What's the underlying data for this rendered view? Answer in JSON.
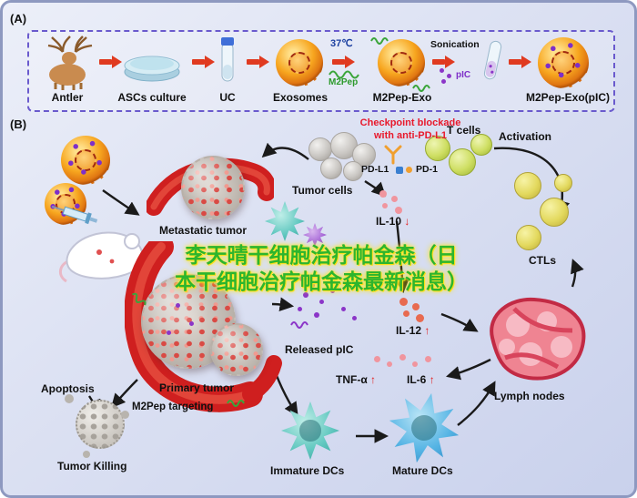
{
  "panel_a": {
    "label": "(A)",
    "steps": [
      {
        "label": "Antler"
      },
      {
        "label": "ASCs culture"
      },
      {
        "label": "UC"
      },
      {
        "label": "Exosomes"
      },
      {
        "label": "M2Pep-Exo"
      },
      {
        "label": "M2Pep-Exo(pIC)"
      }
    ],
    "temp_label": "37℃",
    "m2pep_label": "M2Pep",
    "sonication_label": "Sonication",
    "pic_label": "pIC"
  },
  "panel_b": {
    "label": "(B)",
    "checkpoint_line1": "Checkpoint blockade",
    "checkpoint_line2": "with anti-PD-L1",
    "t_cells": "T cells",
    "activation": "Activation",
    "tumor_cells": "Tumor cells",
    "pd_l1": "PD-L1",
    "pd_1": "PD-1",
    "metastatic_tumor": "Metastatic tumor",
    "il10": "IL-10",
    "il10_arrow": "↓",
    "ctls": "CTLs",
    "il12": "IL-12",
    "il12_arrow": "↑",
    "released_pic": "Released pIC",
    "tnf": "TNF-α",
    "tnf_arrow": "↑",
    "il6": "IL-6",
    "il6_arrow": "↑",
    "lymph_nodes": "Lymph nodes",
    "apoptosis": "Apoptosis",
    "primary_tumor": "Primary tumor",
    "m2pep_targeting": "M2Pep targeting",
    "tumor_killing": "Tumor Killing",
    "immature_dcs": "Immature DCs",
    "mature_dcs": "Mature DCs"
  },
  "watermark": {
    "line1": "李天晴干细胞治疗帕金森（日",
    "line2": "本干细胞治疗帕金森最新消息）"
  },
  "colors": {
    "accent_red": "#e03a20",
    "checkpoint_red": "#e8192c",
    "watermark_green": "#2db52d",
    "panel_border_purple": "#6a5acd",
    "vessel_red": "#cf1f1f",
    "pic_purple": "#8b35c8"
  }
}
